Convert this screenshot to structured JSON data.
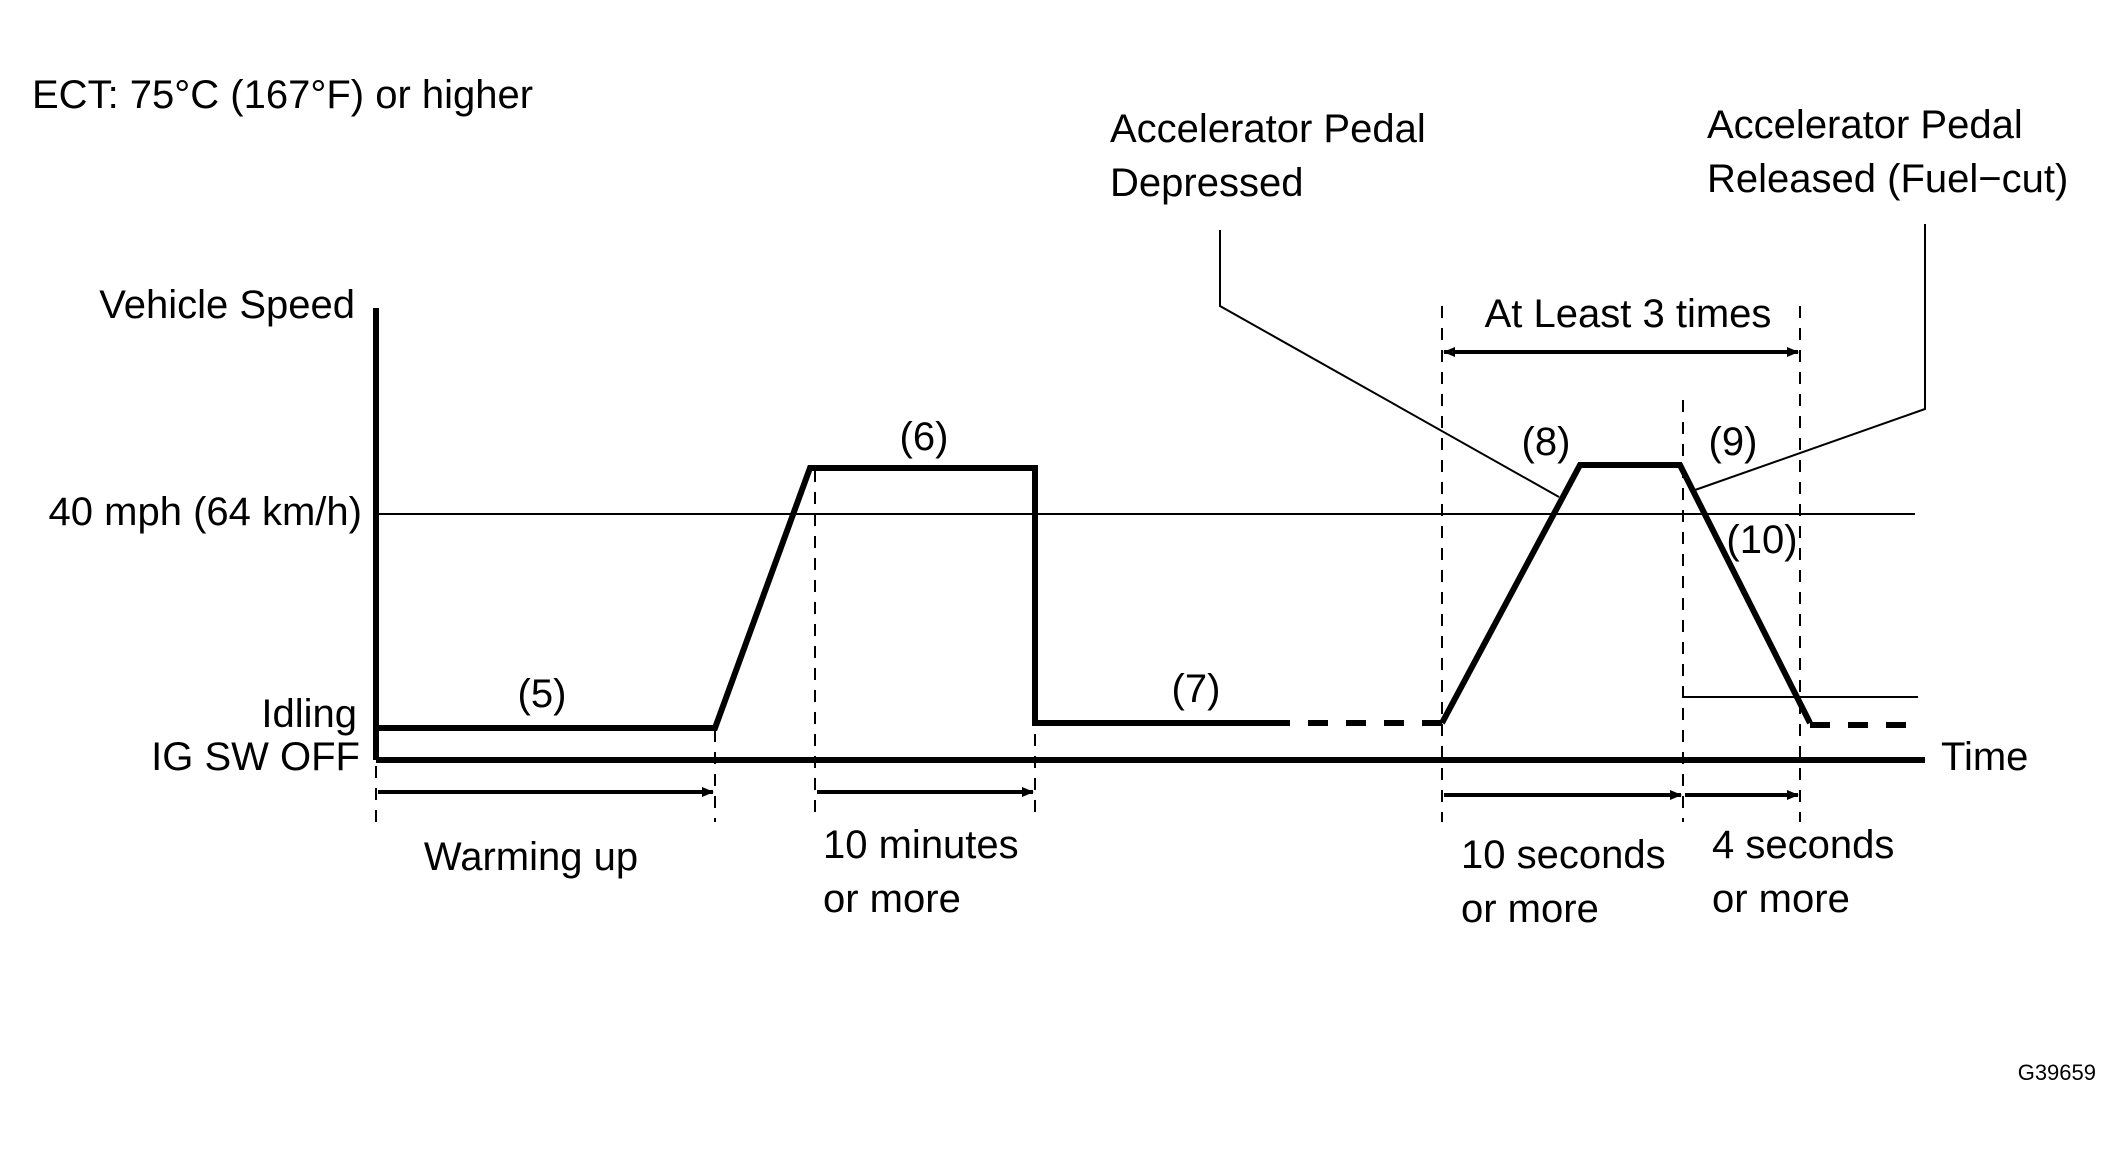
{
  "condition": "ECT: 75°C (167°F) or higher",
  "pedal_depressed": {
    "line1": "Accelerator Pedal",
    "line2": "Depressed"
  },
  "pedal_released": {
    "line1": "Accelerator Pedal",
    "line2": "Released (Fuel−cut)"
  },
  "y_axis": {
    "title": "Vehicle Speed",
    "speed_level": "40 mph (64 km/h)",
    "idling": "Idling",
    "ig_off": "IG SW OFF"
  },
  "x_axis": {
    "title": "Time"
  },
  "repeat_label": "At Least 3 times",
  "steps": {
    "s5": "(5)",
    "s6": "(6)",
    "s7": "(7)",
    "s8": "(8)",
    "s9": "(9)",
    "s10": "(10)"
  },
  "durations": {
    "warming": "Warming up",
    "ten_min_1": "10 minutes",
    "ten_min_2": "or more",
    "ten_sec_1": "10 seconds",
    "ten_sec_2": "or more",
    "four_sec_1": "4  seconds",
    "four_sec_2": "or more"
  },
  "figure_code": "G39659"
}
